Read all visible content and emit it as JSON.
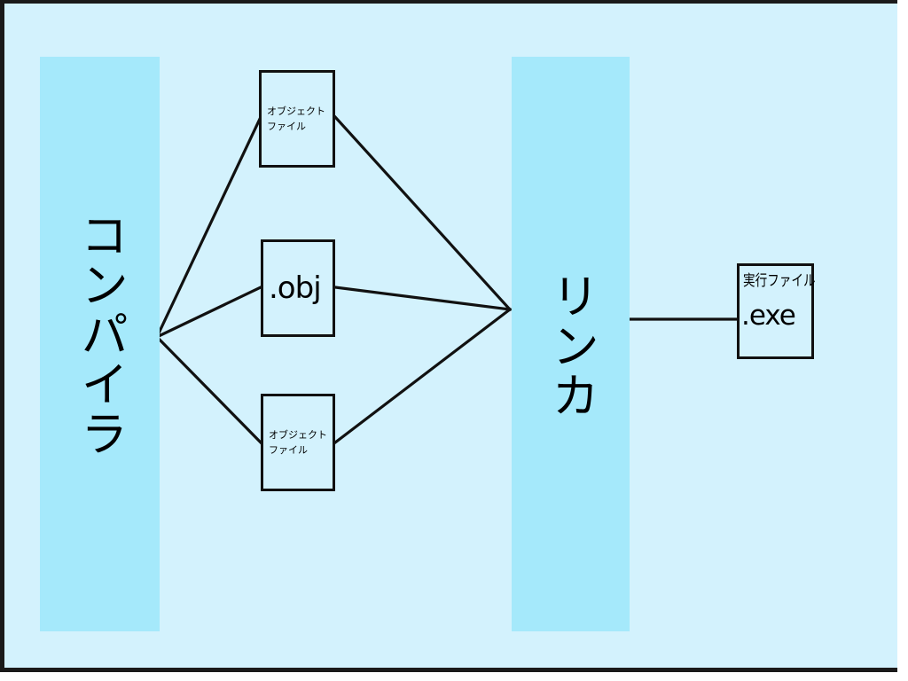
{
  "diagram": {
    "title": "compile-and-link-pipeline",
    "background_color": "#d3f2fd",
    "stage_color": "#a5e9fb",
    "line_color": "#111111",
    "border_color": "#1a1a1a"
  },
  "stages": [
    {
      "id": "compiler",
      "label": "コンパイラ"
    },
    {
      "id": "linker",
      "label": "リンカ"
    }
  ],
  "artifacts": [
    {
      "id": "object-file-top",
      "line1": "オブジェクト",
      "line2": "ファイル"
    },
    {
      "id": "object-file-middle",
      "line1": ".obj"
    },
    {
      "id": "object-file-bottom",
      "line1": "オブジェクト",
      "line2": "ファイル"
    }
  ],
  "output": {
    "id": "executable-file",
    "caption": "実行ファイル",
    "name": ".exe"
  },
  "connections": [
    {
      "from": "compiler",
      "to": "object-file-top"
    },
    {
      "from": "compiler",
      "to": "object-file-middle"
    },
    {
      "from": "compiler",
      "to": "object-file-bottom"
    },
    {
      "from": "object-file-top",
      "to": "linker"
    },
    {
      "from": "object-file-middle",
      "to": "linker"
    },
    {
      "from": "object-file-bottom",
      "to": "linker"
    },
    {
      "from": "linker",
      "to": "executable-file"
    }
  ]
}
